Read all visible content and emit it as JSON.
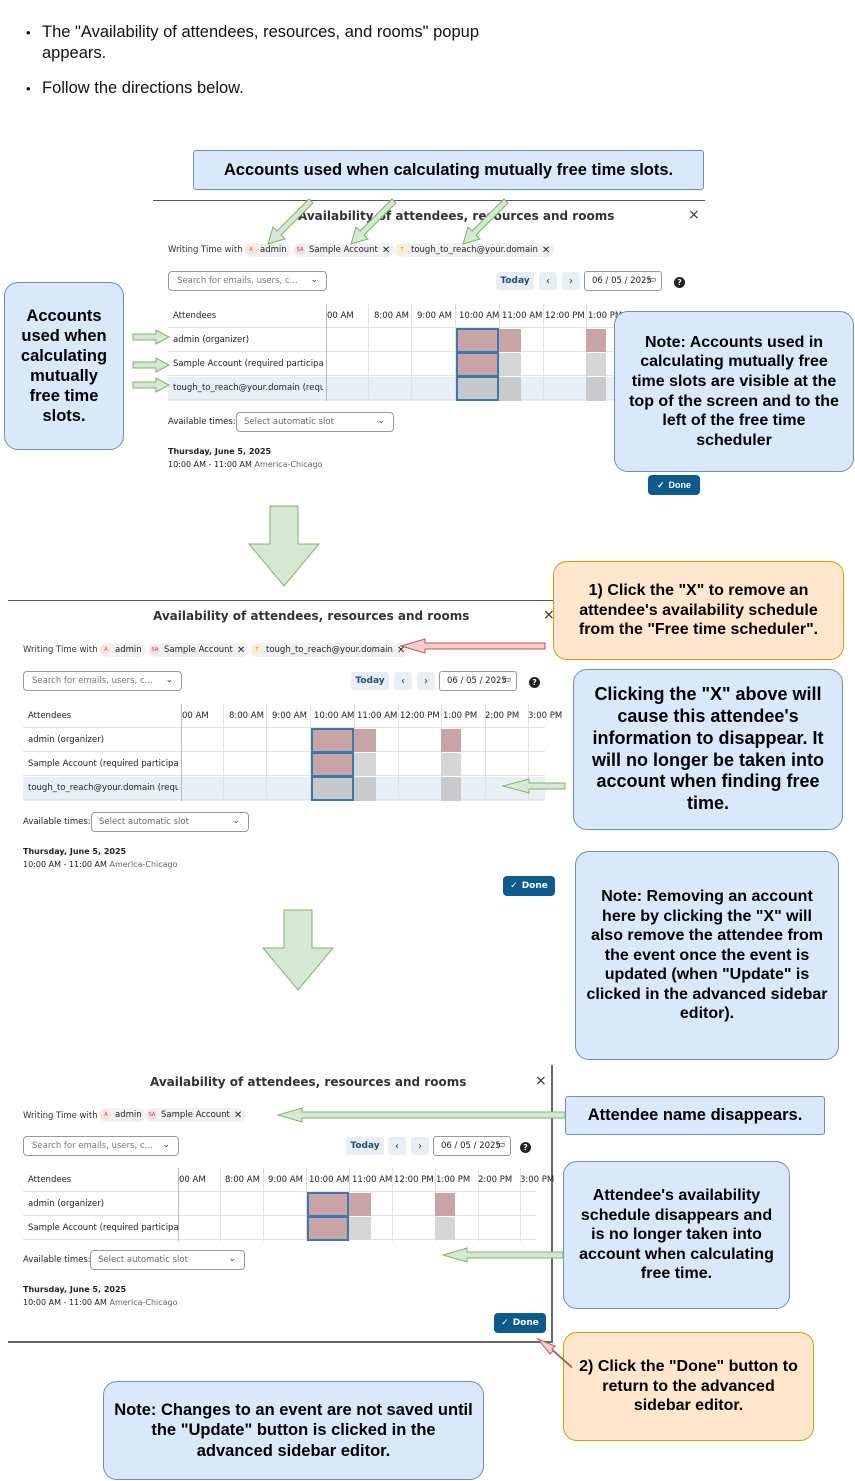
{
  "intro": {
    "bullet1": "The \"Availability of attendees, resources, and rooms\" popup appears.",
    "bullet2": "Follow the directions below."
  },
  "callouts": {
    "top_accounts": "Accounts used when calculating mutually free time slots.",
    "left_accounts": "Accounts used when calculating mutually free time slots.",
    "note_visible": "Note: Accounts used in calculating mutually free time slots are visible at the top of the screen and to the left of the free time scheduler",
    "step1": "1) Click the \"X\" to remove an attendee's availability schedule from the \"Free time scheduler\".",
    "clicking_x": "Clicking the \"X\" above will cause this attendee's information to disappear. It will no longer be taken into account when finding free time.",
    "note_removing": "Note: Removing an account here by clicking the \"X\" will also remove the attendee from the event once the event is updated (when \"Update\" is clicked in the advanced sidebar editor).",
    "name_disappears": "Attendee name disappears.",
    "schedule_disappears": "Attendee's availability schedule disappears and is no longer taken into account when calculating free time.",
    "step2": "2) Click the \"Done\" button to return to the advanced sidebar editor.",
    "note_changes": "Note: Changes to an event are not saved until the \"Update\" button is clicked in the advanced sidebar editor."
  },
  "popup": {
    "title": "Availability of attendees, resources and rooms",
    "close": "×",
    "writing_label": "Writing Time with",
    "chips": [
      {
        "avatar": "A",
        "name": "admin"
      },
      {
        "avatar": "SA",
        "name": "Sample Account"
      },
      {
        "avatar": "T",
        "name": "tough_to_reach@your.domain"
      }
    ],
    "chip_remove": "✕",
    "search_placeholder": "Search for emails, users, c...",
    "today": "Today",
    "prev": "‹",
    "next": "›",
    "date": "06 / 05 / 2025",
    "help": "?",
    "attendees_header": "Attendees",
    "time_labels": [
      "00 AM",
      "8:00 AM",
      "9:00 AM",
      "10:00 AM",
      "11:00 AM",
      "12:00 PM",
      "1:00 PM",
      "2:00 PM",
      "3:00 PM"
    ],
    "rows": [
      "admin (organizer)",
      "Sample Account (required participant)",
      "tough_to_reach@your.domain (required participant)"
    ],
    "available_label": "Available times:",
    "available_placeholder": "Select automatic slot",
    "date_line": "Thursday, June 5, 2025",
    "time_range": "10:00 AM - 11:00 AM",
    "timezone": "America-Chicago",
    "done": "Done",
    "done_check": "✓",
    "chevron": "⌄",
    "calendar_icon": "▭"
  },
  "colors": {
    "callout_blue": "#dae8fc",
    "callout_orange": "#ffe6cc",
    "busy": "#c9a3a6",
    "done_button": "#0c5a8e"
  }
}
